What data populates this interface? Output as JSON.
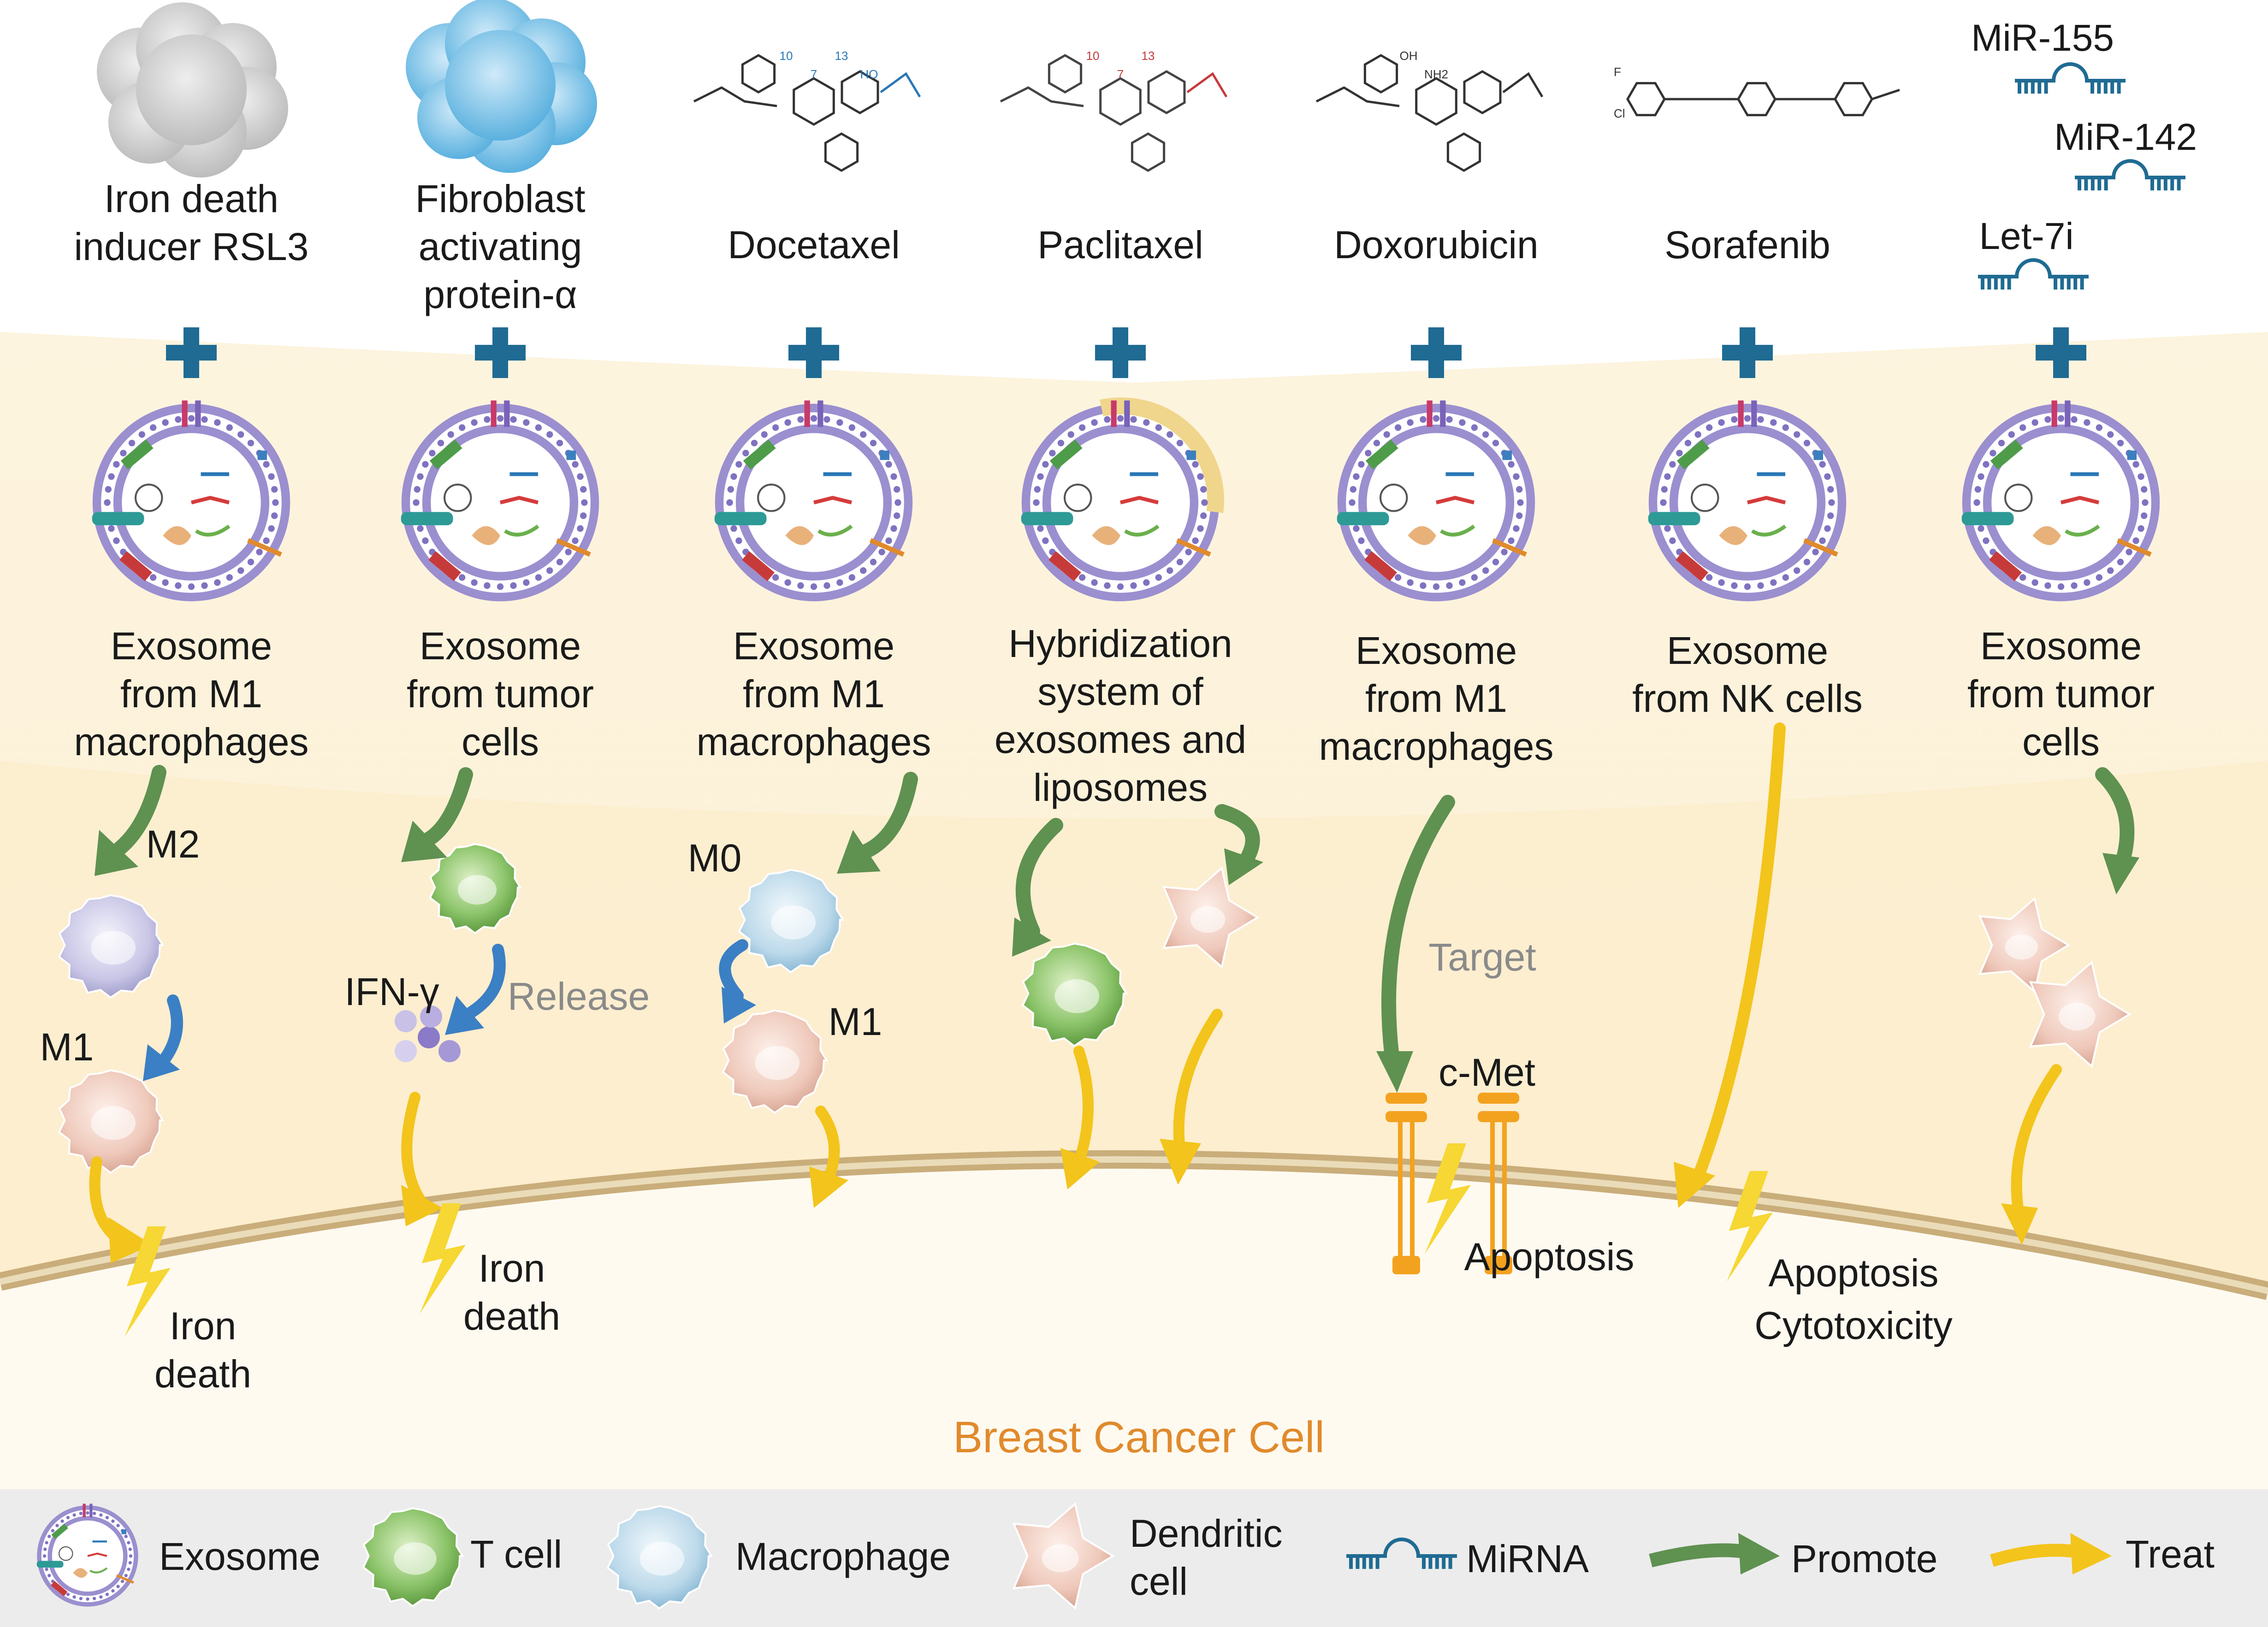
{
  "colors": {
    "bg_band": "#fdf3dc",
    "membrane_outer": "#d8c08e",
    "membrane_inner": "#ece0c2",
    "promote_arrow": "#5f9150",
    "treat_arrow": "#f3c41b",
    "differentiate_arrow": "#3b7fc4",
    "mirna": "#1f6b93",
    "title_orange": "#e08a2c",
    "exosome_purple": "#9b8fcf",
    "lightning": "#f6d733"
  },
  "cargo_columns": [
    {
      "label_lines": [
        "Iron death",
        "inducer RSL3"
      ],
      "icon": "protein-blob-grey-icon"
    },
    {
      "label_lines": [
        "Fibroblast",
        "activating",
        "protein-α"
      ],
      "icon": "protein-blob-blue-icon"
    },
    {
      "label_lines": [
        "Docetaxel"
      ],
      "icon": "docetaxel-structure-icon",
      "atom_labels": [
        "10",
        "7",
        "13",
        "HO"
      ]
    },
    {
      "label_lines": [
        "Paclitaxel"
      ],
      "icon": "paclitaxel-structure-icon",
      "atom_labels": [
        "10",
        "7",
        "13"
      ]
    },
    {
      "label_lines": [
        "Doxorubicin"
      ],
      "icon": "doxorubicin-structure-icon",
      "atom_labels": [
        "OH",
        "NH2"
      ]
    },
    {
      "label_lines": [
        "Sorafenib"
      ],
      "icon": "sorafenib-structure-icon",
      "atom_labels": [
        "F",
        "Cl"
      ]
    },
    {
      "label_lines": [],
      "icon": "mirna-cargo-icon"
    }
  ],
  "mirnas": [
    "MiR-155",
    "MiR-142",
    "Let-7i"
  ],
  "carriers": [
    [
      "Exosome",
      "from M1",
      "macrophages"
    ],
    [
      "Exosome",
      "from tumor",
      "cells"
    ],
    [
      "Exosome",
      "from M1",
      "macrophages"
    ],
    [
      "Hybridization",
      "system of",
      "exosomes and",
      "liposomes"
    ],
    [
      "Exosome",
      "from M1",
      "macrophages"
    ],
    [
      "Exosome",
      "from NK cells"
    ],
    [
      "Exosome",
      "from tumor",
      "cells"
    ]
  ],
  "mechanism": {
    "m2": "M2",
    "m1": "M1",
    "m0": "M0",
    "ifn": "IFN-γ",
    "release": "Release",
    "target": "Target",
    "cmet": "c-Met"
  },
  "outcomes": {
    "iron_death_1": [
      "Iron",
      "death"
    ],
    "iron_death_2": [
      "Iron",
      "death"
    ],
    "apoptosis_1": [
      "Apoptosis"
    ],
    "apoptosis_2": [
      "Apoptosis",
      "Cytotoxicity"
    ]
  },
  "cell_label": "Breast Cancer Cell",
  "legend": [
    {
      "icon": "exosome-icon",
      "lines": [
        "Exosome"
      ]
    },
    {
      "icon": "t-cell-icon",
      "lines": [
        "T cell"
      ]
    },
    {
      "icon": "macrophage-icon",
      "lines": [
        "Macrophage"
      ]
    },
    {
      "icon": "dendritic-cell-icon",
      "lines": [
        "Dendritic",
        "cell"
      ]
    },
    {
      "icon": "mirna-icon",
      "lines": [
        "MiRNA"
      ]
    },
    {
      "icon": "promote-arrow-icon",
      "lines": [
        "Promote"
      ]
    },
    {
      "icon": "treat-arrow-icon",
      "lines": [
        "Treat"
      ]
    }
  ]
}
